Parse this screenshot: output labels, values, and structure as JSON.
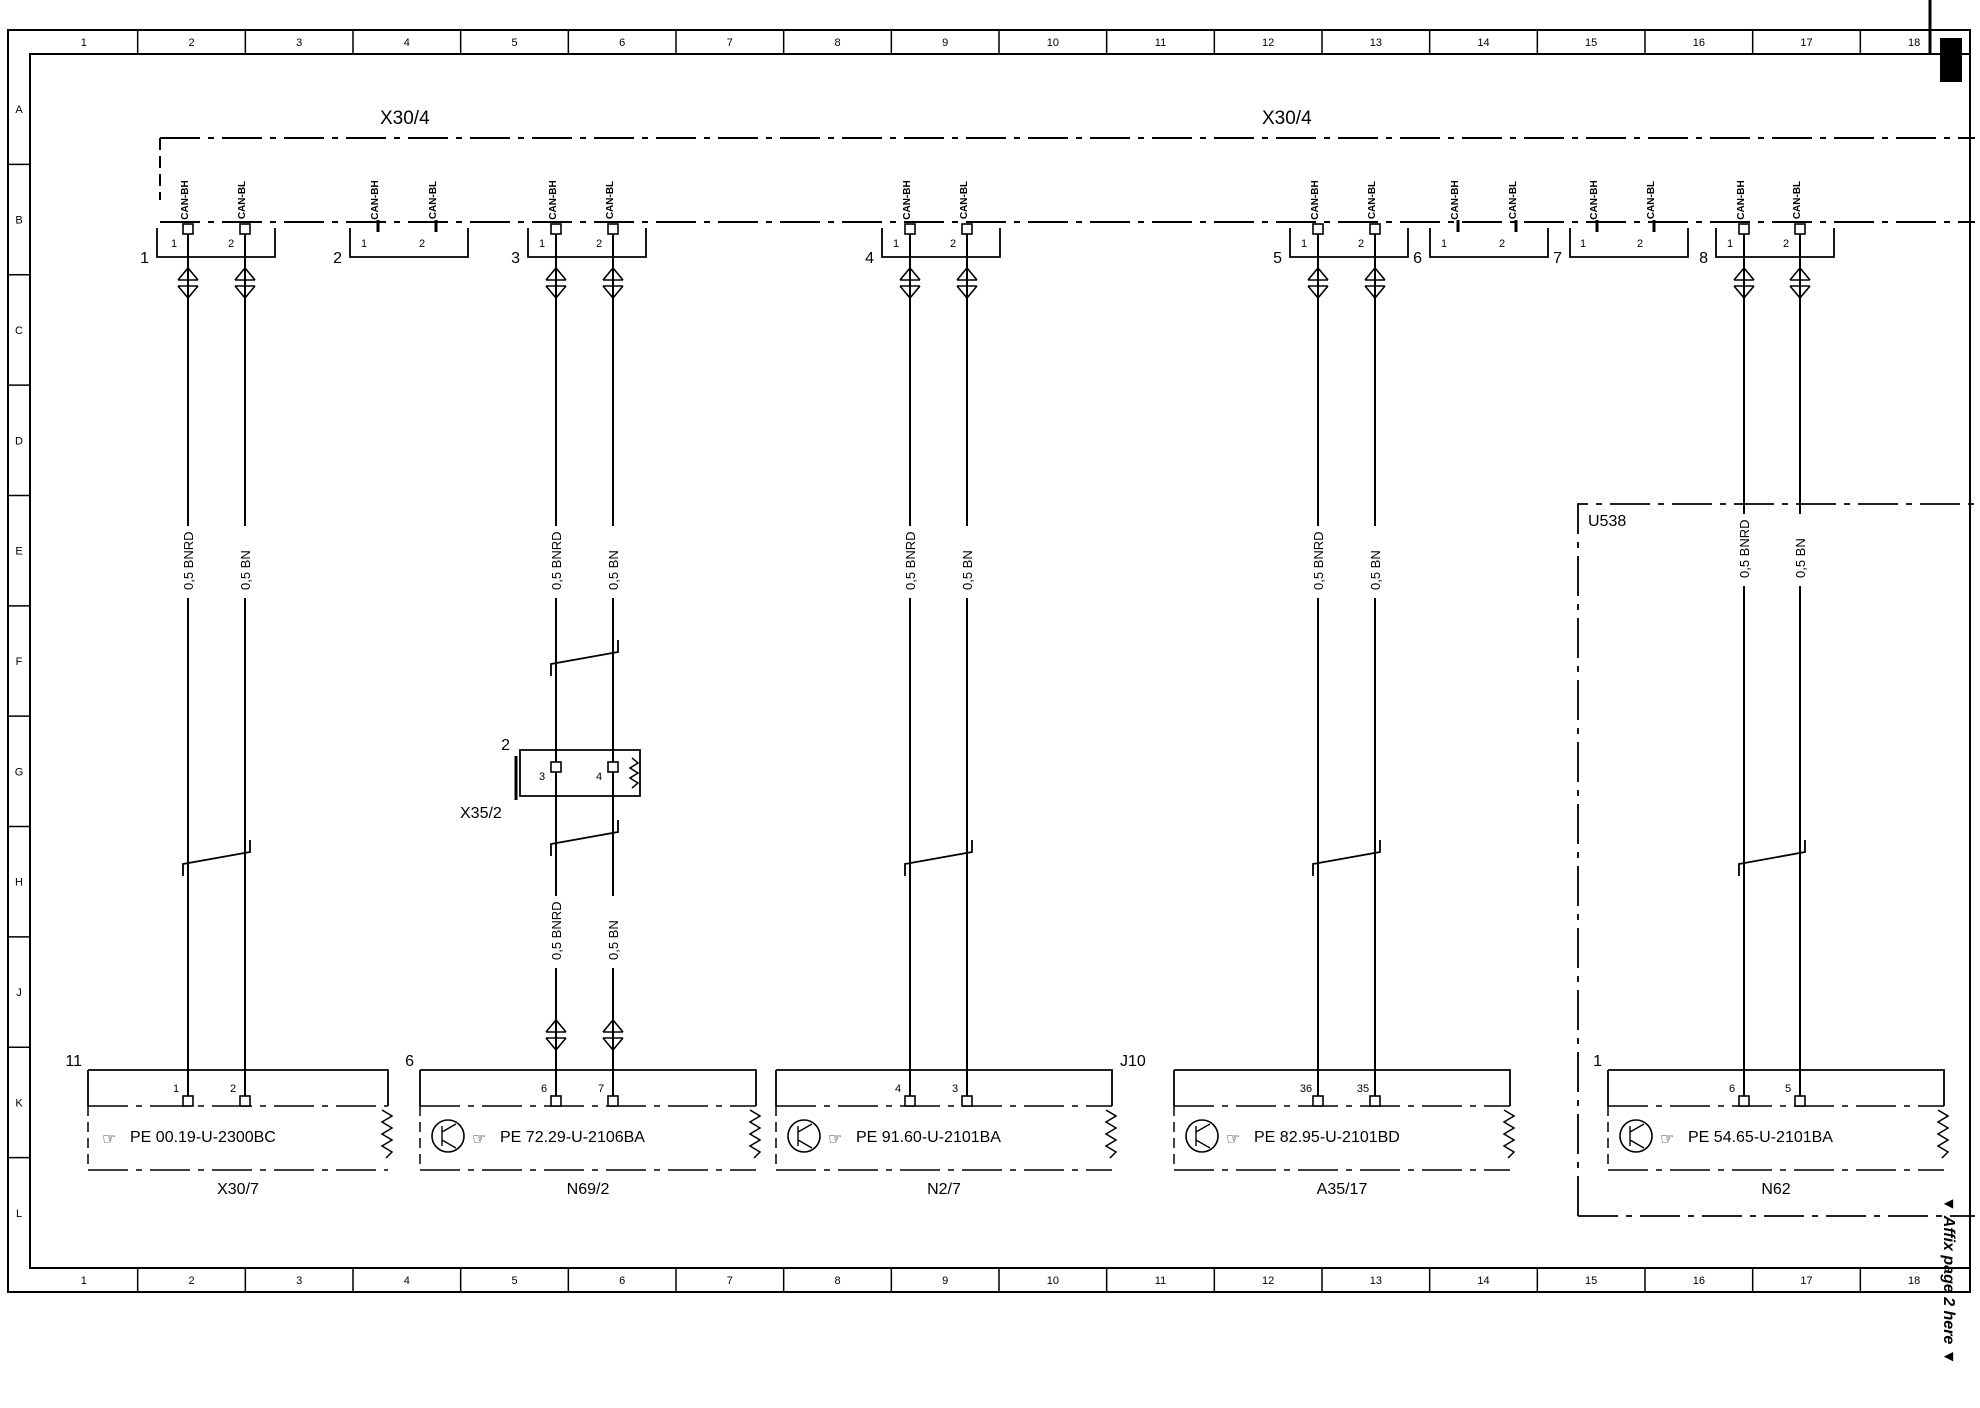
{
  "frame": {
    "columns": [
      "1",
      "2",
      "3",
      "4",
      "5",
      "6",
      "7",
      "8",
      "9",
      "10",
      "11",
      "12",
      "13",
      "14",
      "15",
      "16",
      "17",
      "18"
    ],
    "rows": [
      "A",
      "B",
      "C",
      "D",
      "E",
      "F",
      "G",
      "H",
      "J",
      "K",
      "L"
    ]
  },
  "bus": {
    "label_left": "X30/4",
    "label_right": "X30/4",
    "pin_labels": [
      "CAN-BH",
      "CAN-BL"
    ]
  },
  "connectors": [
    {
      "no": "1",
      "pins": [
        "1",
        "2"
      ]
    },
    {
      "no": "2",
      "pins": [
        "1",
        "2"
      ]
    },
    {
      "no": "3",
      "pins": [
        "1",
        "2"
      ]
    },
    {
      "no": "4",
      "pins": [
        "1",
        "2"
      ]
    },
    {
      "no": "5",
      "pins": [
        "1",
        "2"
      ]
    },
    {
      "no": "6",
      "pins": [
        "1",
        "2"
      ]
    },
    {
      "no": "7",
      "pins": [
        "1",
        "2"
      ]
    },
    {
      "no": "8",
      "pins": [
        "1",
        "2"
      ]
    }
  ],
  "wires": {
    "bnrd": "0,5 BNRD",
    "bn": "0,5 BN"
  },
  "splice": {
    "name": "X35/2",
    "number": "2",
    "pins": [
      "3",
      "4"
    ]
  },
  "ecus": [
    {
      "name": "X30/7",
      "corner": "11",
      "pins": [
        "1",
        "2"
      ],
      "ref": "PE 00.19-U-2300BC"
    },
    {
      "name": "N69/2",
      "corner": "6",
      "pins": [
        "6",
        "7"
      ],
      "ref": "PE 72.29-U-2106BA"
    },
    {
      "name": "N2/7",
      "corner": "J10",
      "pins": [
        "4",
        "3"
      ],
      "ref": "PE 91.60-U-2101BA"
    },
    {
      "name": "A35/17",
      "corner": "",
      "pins": [
        "36",
        "35"
      ],
      "ref": "PE 82.95-U-2101BD"
    },
    {
      "name": "N62",
      "corner": "1",
      "pins": [
        "6",
        "5"
      ],
      "ref": "PE 54.65-U-2101BA"
    }
  ],
  "region": {
    "name": "U538"
  },
  "affix_note": "▼ Affix page 2 here ▼"
}
